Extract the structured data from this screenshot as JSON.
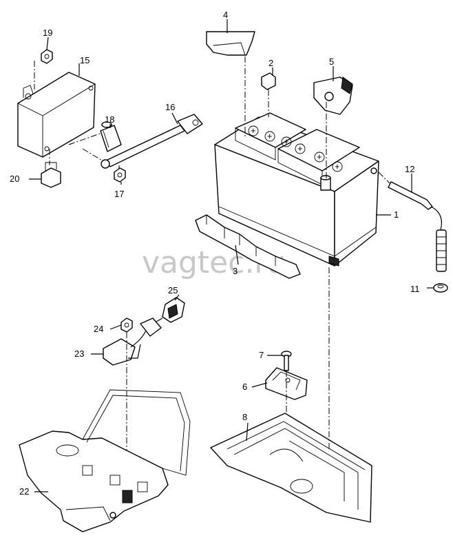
{
  "watermark": "vagtec.ru",
  "callouts": {
    "c1": "1",
    "c2": "2",
    "c3": "3",
    "c4": "4",
    "c5": "5",
    "c6": "6",
    "c7": "7",
    "c8": "8",
    "c11": "11",
    "c12": "12",
    "c15": "15",
    "c16": "16",
    "c17": "17",
    "c18": "18",
    "c19": "19",
    "c20": "20",
    "c22": "22",
    "c23": "23",
    "c24": "24",
    "c25": "25"
  }
}
